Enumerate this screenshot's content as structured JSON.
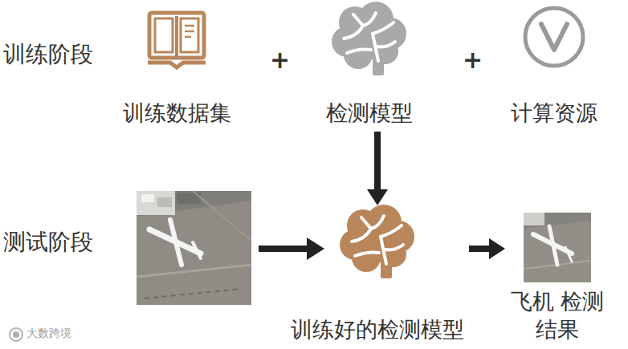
{
  "diagram": {
    "nodes": [
      {
        "text": [
          "训练数据集"
        ]
      },
      {
        "text": [
          "检测模型"
        ]
      },
      {
        "text": [
          "计算资源"
        ]
      },
      {
        "text": [
          "训练好的检测模型"
        ]
      },
      {
        "text": [
          "飞机 检测结果"
        ]
      }
    ],
    "edges": [
      {
        "from": 1,
        "to": 3,
        "arrow": "to"
      },
      {
        "from": 3,
        "to": 4,
        "arrow": "to"
      }
    ],
    "labels": [
      "训练阶段",
      "测试阶段",
      "+",
      "+",
      "大数跨境"
    ]
  }
}
